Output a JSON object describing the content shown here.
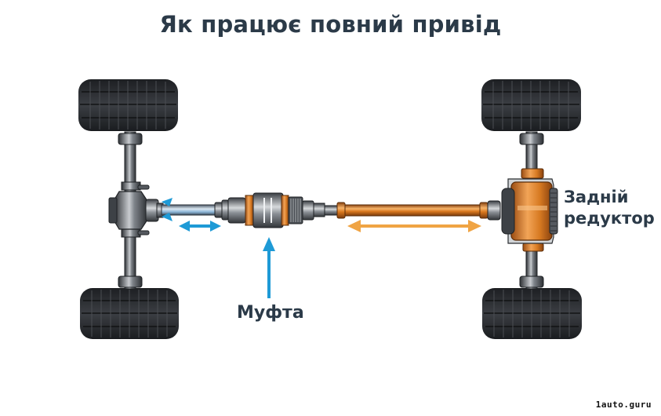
{
  "title": "Як працює повний привід",
  "labels": {
    "rear_differential": [
      "Задній",
      "редуктор"
    ],
    "clutch": "Муфта"
  },
  "watermark": "1auto.guru",
  "components": {
    "wheels": [
      "front-left",
      "rear-left",
      "front-right",
      "rear-right"
    ],
    "front_axle": "front-axle-differential",
    "front_shaft": "front-driveshaft",
    "clutch": "coupling-clutch",
    "rear_shaft": "rear-driveshaft",
    "rear_axle": "rear-differential"
  },
  "colors": {
    "background": "#ffffff",
    "text": "#2b3a48",
    "blue_arrow": "#1e9ad6",
    "orange_arrow": "#f0a444",
    "orange_shaft": "#d9781e",
    "steel": "#6b7077",
    "tire": "#2a2c2f"
  }
}
